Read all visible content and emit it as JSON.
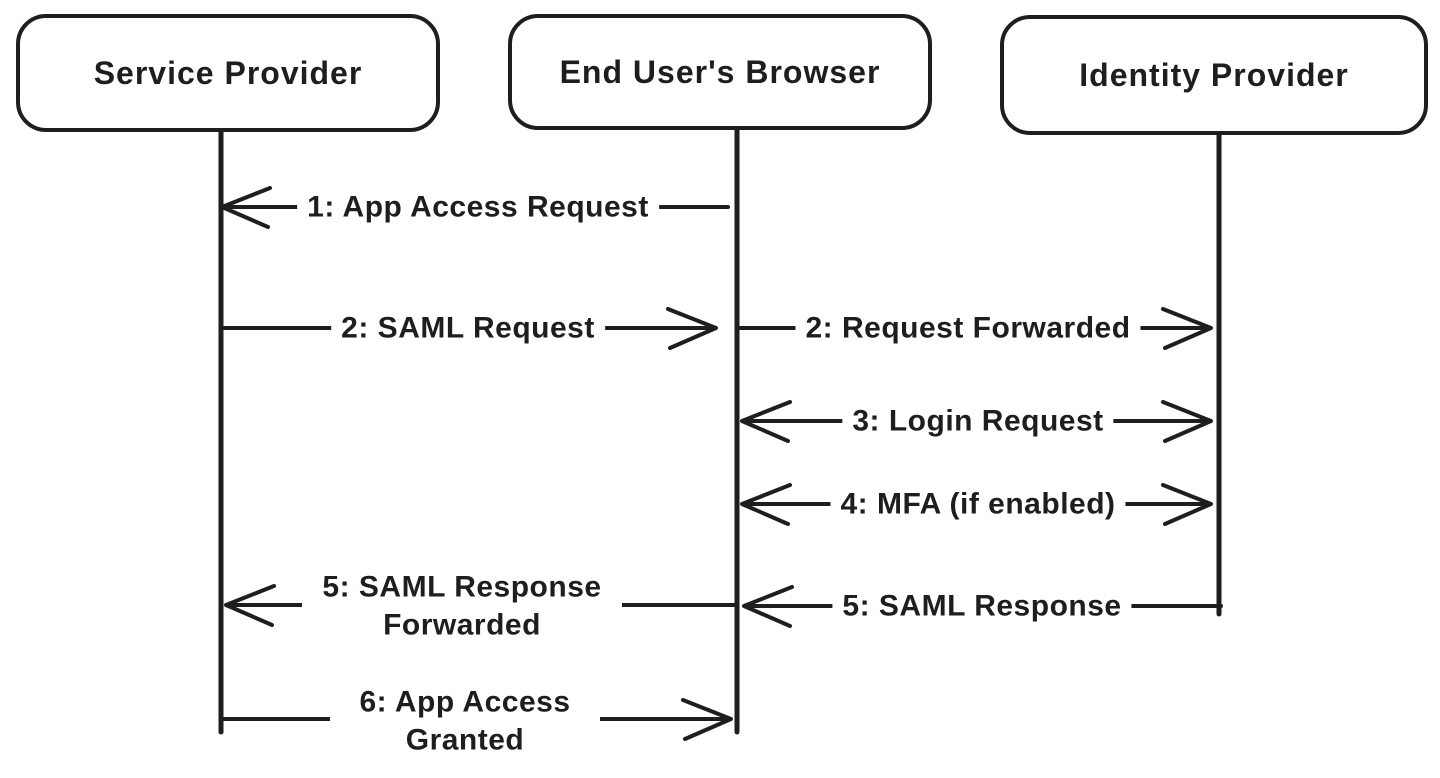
{
  "colors": {
    "stroke": "#1e1e1e",
    "background": "#ffffff"
  },
  "actors": [
    {
      "id": "service-provider",
      "label": "Service Provider"
    },
    {
      "id": "end-users-browser",
      "label": "End User's Browser"
    },
    {
      "id": "identity-provider",
      "label": "Identity Provider"
    }
  ],
  "messages": [
    {
      "label": "1: App Access Request",
      "from": "end-users-browser",
      "to": "service-provider",
      "bidirectional": false
    },
    {
      "label": "2: SAML Request",
      "from": "service-provider",
      "to": "end-users-browser",
      "bidirectional": false
    },
    {
      "label": "2: Request Forwarded",
      "from": "end-users-browser",
      "to": "identity-provider",
      "bidirectional": false
    },
    {
      "label": "3: Login Request",
      "from": "end-users-browser",
      "to": "identity-provider",
      "bidirectional": true
    },
    {
      "label": "4: MFA (if enabled)",
      "from": "end-users-browser",
      "to": "identity-provider",
      "bidirectional": true
    },
    {
      "label": "5: SAML Response",
      "from": "identity-provider",
      "to": "end-users-browser",
      "bidirectional": false
    },
    {
      "label": "5: SAML Response Forwarded",
      "from": "end-users-browser",
      "to": "service-provider",
      "bidirectional": false
    },
    {
      "label": "6: App Access Granted",
      "from": "service-provider",
      "to": "end-users-browser",
      "bidirectional": false
    }
  ]
}
